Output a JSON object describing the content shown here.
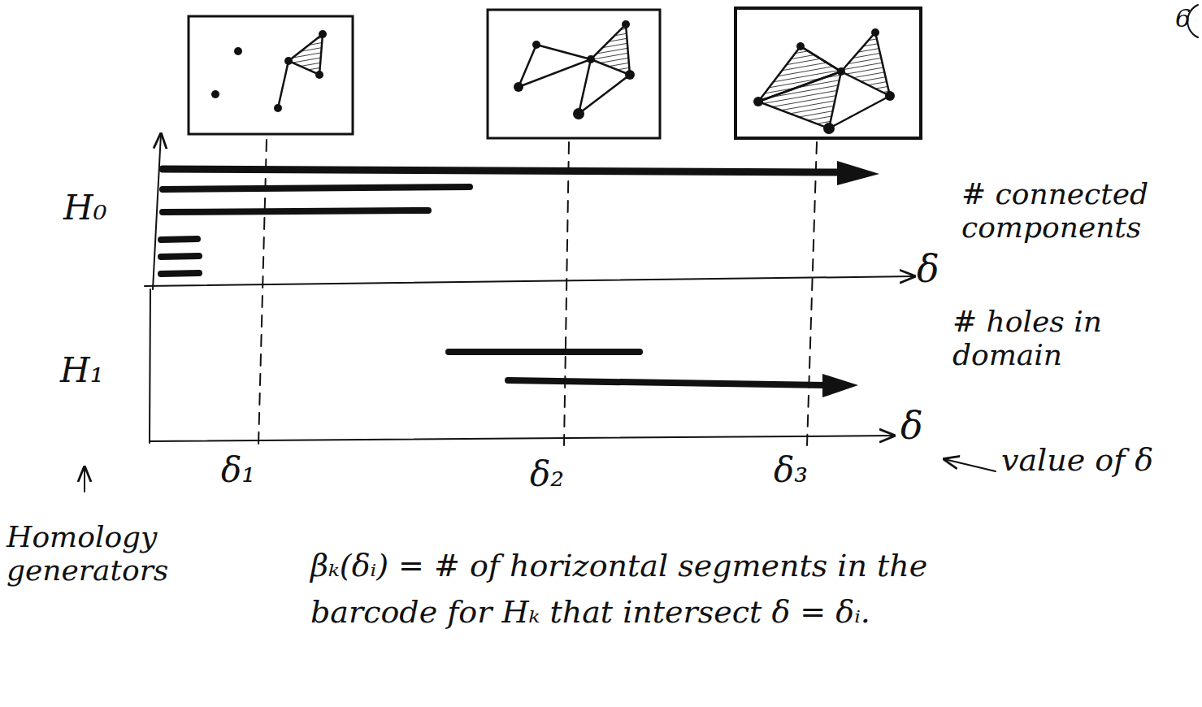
{
  "diagram": {
    "labels": [
      "6",
      "H₀",
      "H₁",
      "# connected components",
      "δ",
      "# holes in domain",
      "δ",
      "δ₁",
      "δ₂",
      "δ₃",
      "value of δ",
      "Homology generators",
      "βₖ(δᵢ) = # of horizontal segments in the barcode for Hₖ that intersect δ = δᵢ."
    ]
  }
}
